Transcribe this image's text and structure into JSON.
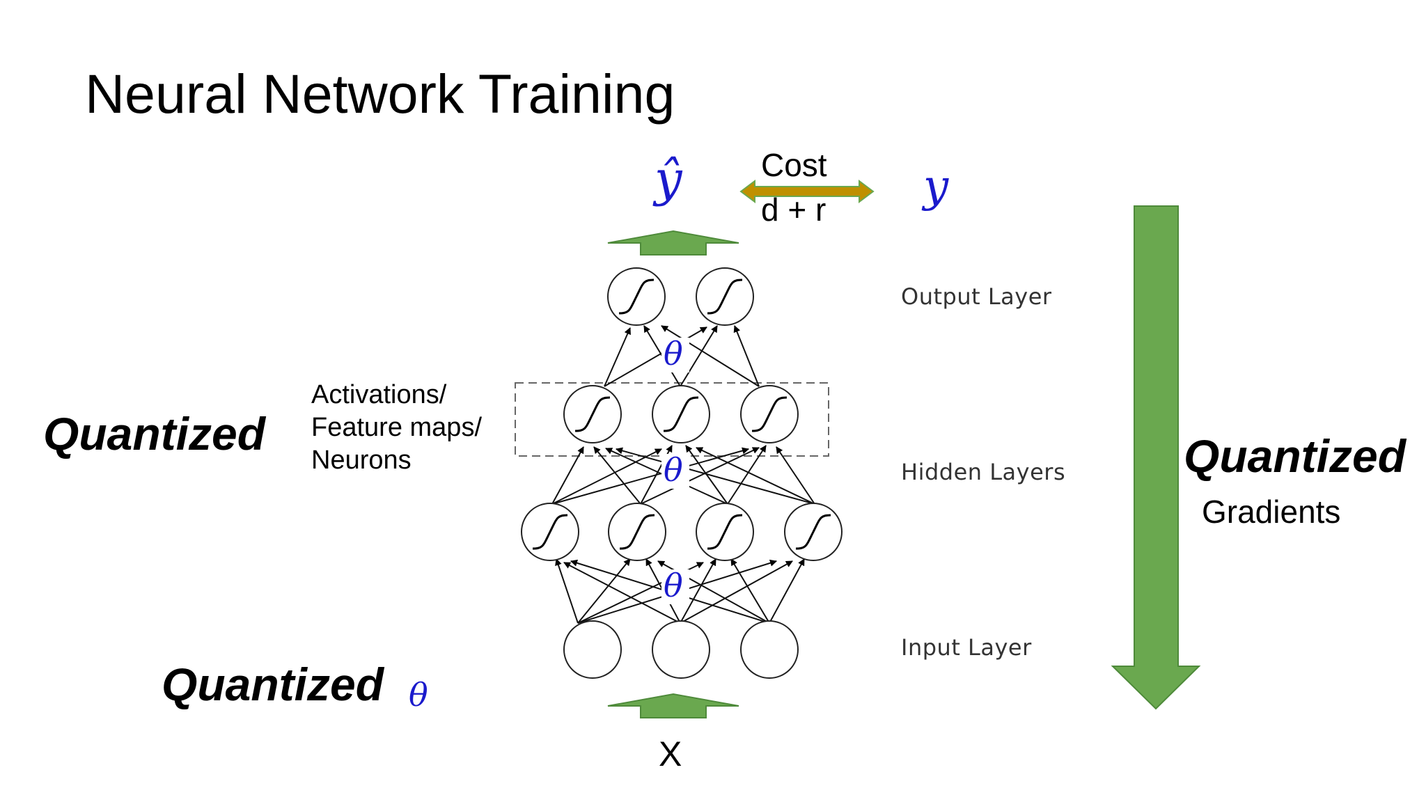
{
  "title": "Neural Network Training",
  "cost": {
    "line1": "Cost",
    "line2": "d + r"
  },
  "symbols": {
    "y_hat": "ŷ",
    "y": "y",
    "theta": "θ",
    "x": "X"
  },
  "left_labels": {
    "activations_quantized": "Quantized",
    "activations_desc": [
      "Activations/",
      "Feature maps/",
      "Neurons"
    ],
    "weights_quantized": "Quantized"
  },
  "right_labels": {
    "gradients_quantized": "Quantized",
    "gradients_desc": "Gradients"
  },
  "layer_labels": {
    "output": "Output Layer",
    "hidden": "Hidden Layers",
    "input": "Input Layer"
  },
  "colors": {
    "arrow_green": "#6aa84f",
    "cost_arrow": "#bf9000",
    "math_blue": "#1a1acc"
  }
}
